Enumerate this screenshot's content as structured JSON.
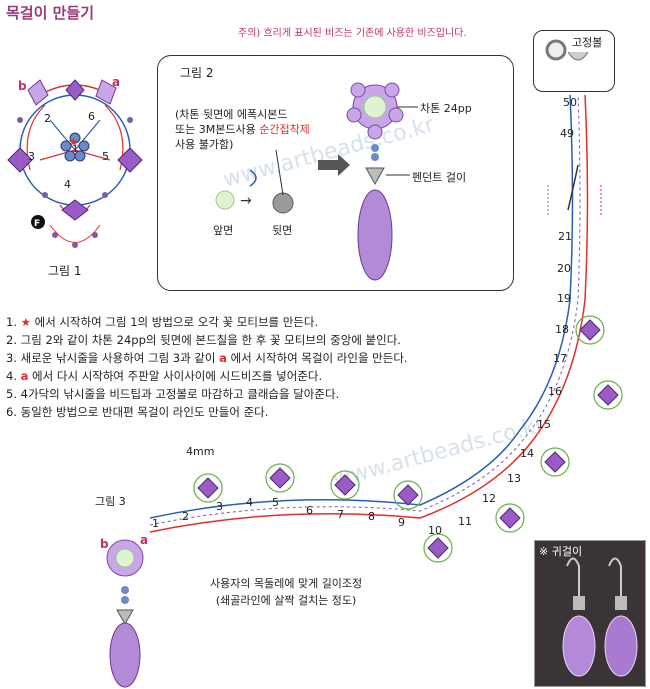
{
  "title": "목걸이 만들기",
  "note_top": "주의) 흐리게 표시된 비즈는 기존에 사용한 비즈입니다.",
  "figure1": {
    "label": "그림 1",
    "letters": [
      "a",
      "b"
    ],
    "numbers": [
      "1",
      "2",
      "3",
      "4",
      "5",
      "6"
    ],
    "finish_mark": "F"
  },
  "figure2": {
    "title": "그림 2",
    "note_line1": "(차톤 뒷면에 에폭시본드",
    "note_line2_a": "또는 3M본드사용 ",
    "note_line2_b": "순간접착제",
    "note_line3": "사용 불가함)",
    "front_label": "앞면",
    "back_label": "뒷면",
    "chaton_label": "차톤 24pp",
    "pendant_label": "펜던트 걸이"
  },
  "fastener_label": "고정볼",
  "steps": [
    {
      "num": "1.",
      "mark": "★",
      "text": " 에서 시작하여 그림 1의 방법으로 오각 꽃 모티브를 만든다."
    },
    {
      "num": "2.",
      "mark": "",
      "text": "그림 2와 같이 차톤 24pp의 뒷면에 본드칠을 한 후 꽃 모티브의 중앙에 붙인다."
    },
    {
      "num": "3.",
      "mark": "",
      "text_before": "새로운 낚시줄을 사용하여 그림 3과 같이 ",
      "letter": "a",
      "text": " 에서 시작하여 목걸이 라인을 만든다."
    },
    {
      "num": "4.",
      "mark": "",
      "letter": "a",
      "text": " 에서 다시 시작하여 주판알 사이사이에 시드비즈를 넣어준다."
    },
    {
      "num": "5.",
      "mark": "",
      "text": "4가닥의 낚시줄을 비드팁과 고정볼로 마감하고 클래습을 달아준다."
    },
    {
      "num": "6.",
      "mark": "",
      "text": "동일한 방법으로 반대편 목걸이 라인도 만들어 준다."
    }
  ],
  "figure3": {
    "label": "그림 3",
    "size_label": "4mm",
    "note_line1": "사용자의 목둘레에 맞게 길이조정",
    "note_line2": "(쇄골라인에 살짝 걸치는 정도)",
    "bottom_numbers": [
      "1",
      "2",
      "3",
      "4",
      "5",
      "6",
      "7",
      "8",
      "9",
      "10",
      "11",
      "12"
    ],
    "vertical_numbers": [
      "13",
      "14",
      "15",
      "16",
      "17",
      "18",
      "19",
      "20",
      "21"
    ],
    "top_numbers": [
      "49",
      "50"
    ],
    "letters": [
      "b",
      "a"
    ]
  },
  "earring_caption": "※ 귀걸이",
  "watermark": "www.artbeads.co.kr",
  "colors": {
    "title": "#9a3a7a",
    "red_line": "#e0302a",
    "blue_line": "#2b5fb5",
    "purple_bead": "#9a5cc4",
    "lilac_bead": "#c9a7e6",
    "highlight_green": "#cfe7bf"
  }
}
